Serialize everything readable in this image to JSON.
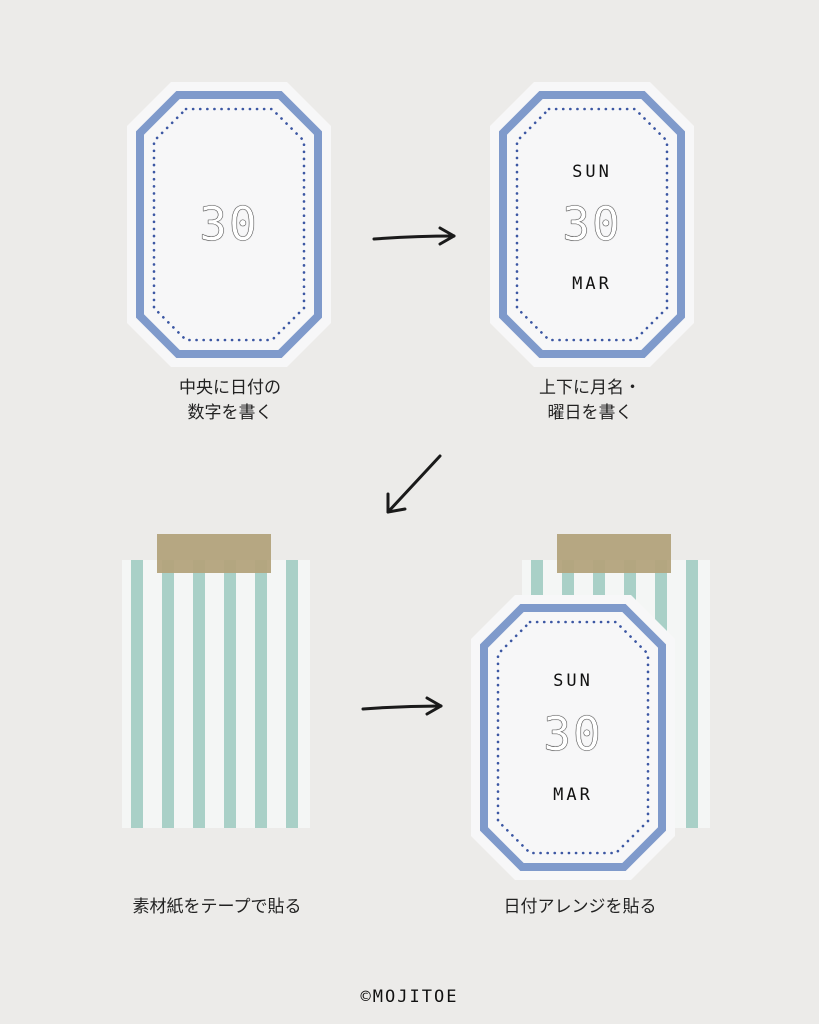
{
  "steps": [
    {
      "caption_line1": "中央に日付の",
      "caption_line2": "数字を書く",
      "card": {
        "day_number": "30"
      }
    },
    {
      "caption_line1": "上下に月名・",
      "caption_line2": "曜日を書く",
      "card": {
        "weekday": "SUN",
        "day_number": "30",
        "month": "MAR"
      }
    },
    {
      "caption": "素材紙をテープで貼る"
    },
    {
      "caption": "日付アレンジを貼る",
      "card": {
        "weekday": "SUN",
        "day_number": "30",
        "month": "MAR"
      }
    }
  ],
  "copyright": "©MOJITOE",
  "colors": {
    "background": "#ecebe9",
    "frame_blue": "#7f9acb",
    "dots": "#3c57a3",
    "stripe_mint": "#a9d0c7",
    "tape": "#b3a37c"
  }
}
